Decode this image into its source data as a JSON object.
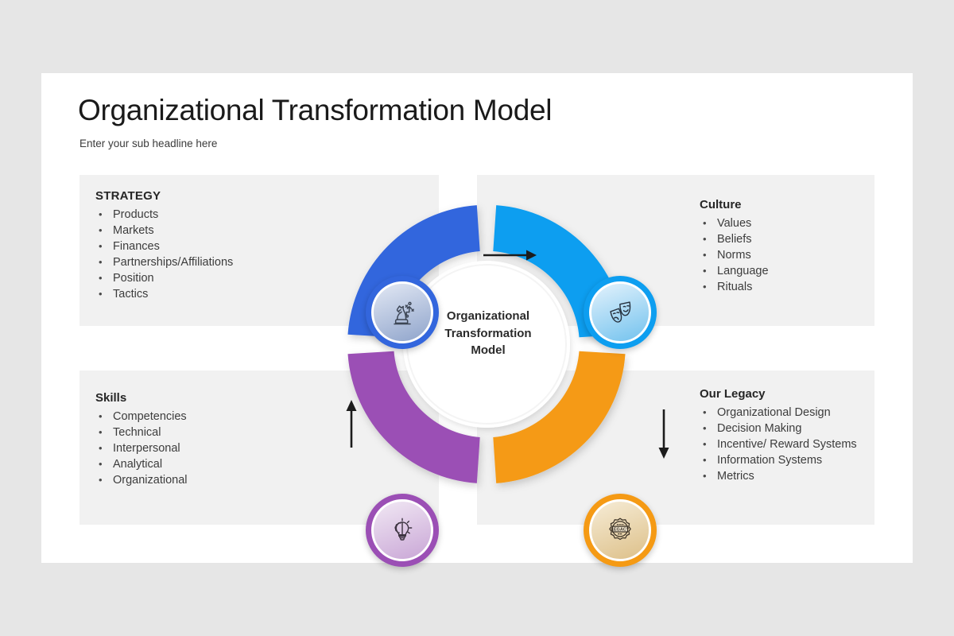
{
  "slide": {
    "title": "Organizational Transformation Model",
    "subtitle": "Enter your sub headline here",
    "center_label_lines": [
      "Organizational",
      "Transformation",
      "Model"
    ]
  },
  "colors": {
    "strategy": "#3366dd",
    "culture": "#0d9ef0",
    "legacy": "#f59a14",
    "skills": "#9b4fb5",
    "panel_bg": "#f1f1f1",
    "slide_bg": "#ffffff",
    "page_bg": "#e6e6e6",
    "heading_text": "#262626",
    "body_text": "#3c3c3c"
  },
  "quadrants": [
    {
      "key": "strategy",
      "heading": "STRATEGY",
      "icon": "chess-knight-icon",
      "items": [
        "Products",
        "Markets",
        "Finances",
        "Partnerships/Affiliations",
        "Position",
        "Tactics"
      ]
    },
    {
      "key": "culture",
      "heading": "Culture",
      "icon": "theater-masks-icon",
      "items": [
        "Values",
        "Beliefs",
        "Norms",
        "Language",
        "Rituals"
      ]
    },
    {
      "key": "legacy",
      "heading": "Our Legacy",
      "icon": "legacy-badge-icon",
      "items": [
        "Organizational Design",
        "Decision Making",
        "Incentive/ Reward Systems",
        "Information Systems",
        "Metrics"
      ]
    },
    {
      "key": "skills",
      "heading": "Skills",
      "icon": "lightbulb-brain-icon",
      "items": [
        "Competencies",
        "Technical",
        "Interpersonal",
        "Analytical",
        "Organizational"
      ]
    }
  ],
  "arrows": [
    {
      "name": "arrow-top-right",
      "direction": "right"
    },
    {
      "name": "arrow-right-down",
      "direction": "down"
    },
    {
      "name": "arrow-bottom-left",
      "direction": "left"
    },
    {
      "name": "arrow-left-up",
      "direction": "up"
    }
  ],
  "badge_text": "LEGACY"
}
